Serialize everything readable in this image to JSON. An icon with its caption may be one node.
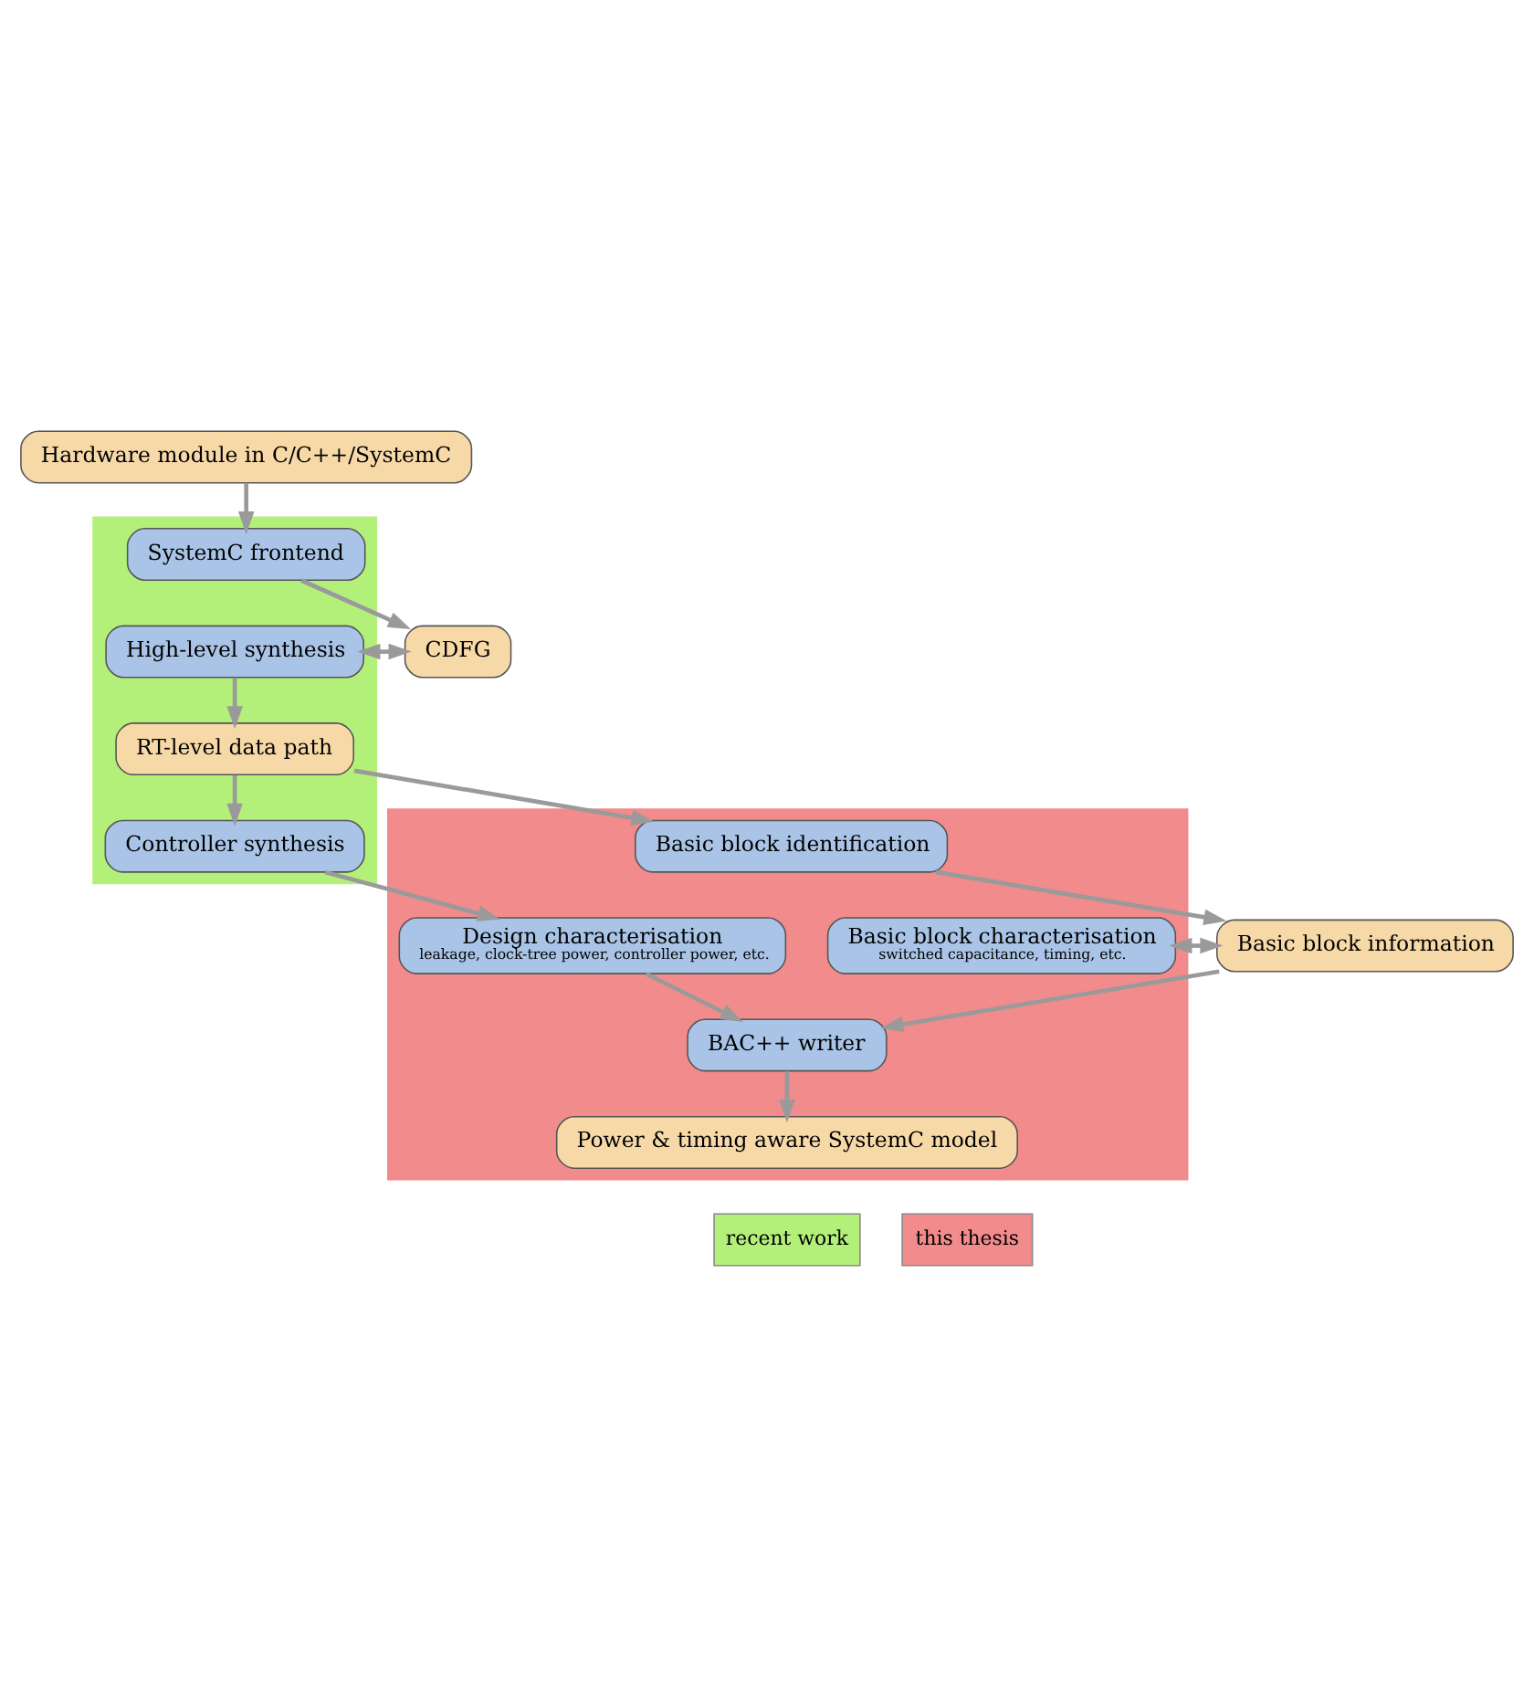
{
  "diagram": {
    "nodes": [
      {
        "text": [
          "Hardware module in C/C++/SystemC"
        ]
      },
      {
        "text": [
          "CDFG"
        ]
      },
      {
        "text": [],
        "shape": "box"
      },
      {
        "text": [
          "SystemC frontend"
        ],
        "in": 2
      },
      {
        "text": [
          "High-level synthesis"
        ],
        "in": 2
      },
      {
        "text": [
          "RT-level data path"
        ],
        "in": 2
      },
      {
        "text": [
          "Basic block information"
        ]
      },
      {
        "text": [],
        "shape": "box"
      },
      {
        "text": [
          "Basic block identification"
        ],
        "in": 7
      },
      {
        "text": [
          "Controller synthesis"
        ],
        "in": 2
      },
      {
        "text": [
          "Basic block characterisation",
          "switched capacitance, timing, etc."
        ],
        "in": 7
      },
      {
        "text": [
          "Design characterisation",
          "leakage, clock-tree power, controller power, etc."
        ],
        "in": 7
      },
      {
        "text": [
          "BAC++ writer"
        ],
        "in": 7
      },
      {
        "text": [
          "Power & timing aware SystemC model"
        ],
        "in": 7
      }
    ],
    "edges": [
      {
        "from": 0,
        "to": 3,
        "arrow": "to"
      },
      {
        "from": 3,
        "to": 1,
        "arrow": "to"
      },
      {
        "from": 4,
        "to": 1,
        "arrow": "both"
      },
      {
        "from": 4,
        "to": 5,
        "arrow": "to"
      },
      {
        "from": 5,
        "to": 8,
        "arrow": "to"
      },
      {
        "from": 5,
        "to": 9,
        "arrow": "to"
      },
      {
        "from": 8,
        "to": 6,
        "arrow": "to"
      },
      {
        "from": 10,
        "to": 6,
        "arrow": "both"
      },
      {
        "from": 6,
        "to": 12,
        "arrow": "to"
      },
      {
        "from": 9,
        "to": 11,
        "arrow": "to"
      },
      {
        "from": 11,
        "to": 12,
        "arrow": "to"
      },
      {
        "from": 12,
        "to": 13,
        "arrow": "to"
      }
    ],
    "legend": [
      {
        "text": "recent work",
        "color": "#b3f07a"
      },
      {
        "text": "this thesis",
        "color": "#f28b8b"
      }
    ]
  }
}
